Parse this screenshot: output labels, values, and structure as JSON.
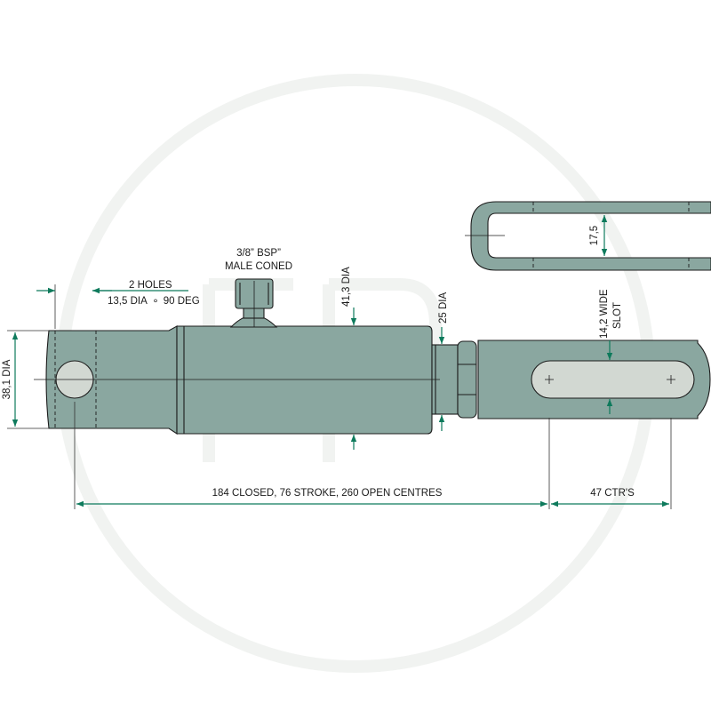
{
  "labels": {
    "bsp_line1": "3/8” BSP”",
    "bsp_line2": "MALE CONED",
    "holes_line1": "2 HOLES",
    "holes_line2": "13,5 DIA",
    "holes_angle": "90 DEG",
    "degree_symbol": "∘",
    "body_dia": "41,3 DIA",
    "rod_dia": "25 DIA",
    "base_dia": "38,1 DIA",
    "clevis_gap": "17,5",
    "slot_line1": "14,2 WIDE",
    "slot_line2": "SLOT",
    "overall_length": "184 CLOSED, 76 STROKE, 260 OPEN CENTRES",
    "slot_centres": "47 CTR'S"
  },
  "colors": {
    "body": "#8aa7a0",
    "slot": "#d2d8d2",
    "dimension": "#0e7a5c",
    "outline": "#1c1c1c"
  }
}
